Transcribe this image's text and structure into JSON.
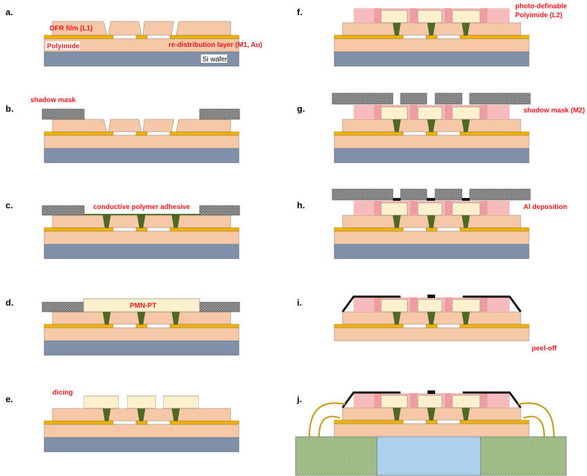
{
  "colors": {
    "wafer": "#8090a8",
    "polyimide": "#f6c8a8",
    "gold": "#f0b400",
    "mask": "#8a8a8a",
    "adhesive": "#4e6b22",
    "pmn_pt": "#fdf0cc",
    "photo_pi": "#f5a5a8",
    "metal": "#111111",
    "board": "#a6c18e",
    "window": "#add0ec",
    "wire": "#c59a1a",
    "label_red": "#e8161b"
  },
  "steps": {
    "a": "a.",
    "b": "b.",
    "c": "c.",
    "d": "d.",
    "e": "e.",
    "f": "f.",
    "g": "g.",
    "h": "h.",
    "i": "i.",
    "j": "j."
  },
  "labels": {
    "dfr_film": "DFR film (L1)",
    "polyimide": "Polyimide",
    "redistribution": "re-distribution layer (M1, Au)",
    "si_wafer": "Si wafer",
    "shadow_mask": "shadow mask",
    "conductive_adhesive": "conductive polymer adhesive",
    "pmn_pt": "PMN-PT",
    "dicing": "dicing",
    "photo_definable_1": "photo-definable",
    "photo_definable_2": "Polyimide (L2)",
    "shadow_mask_m2": "shadow mask (M2)",
    "al_deposition": "Al deposition",
    "peel_off": "peel-off"
  }
}
